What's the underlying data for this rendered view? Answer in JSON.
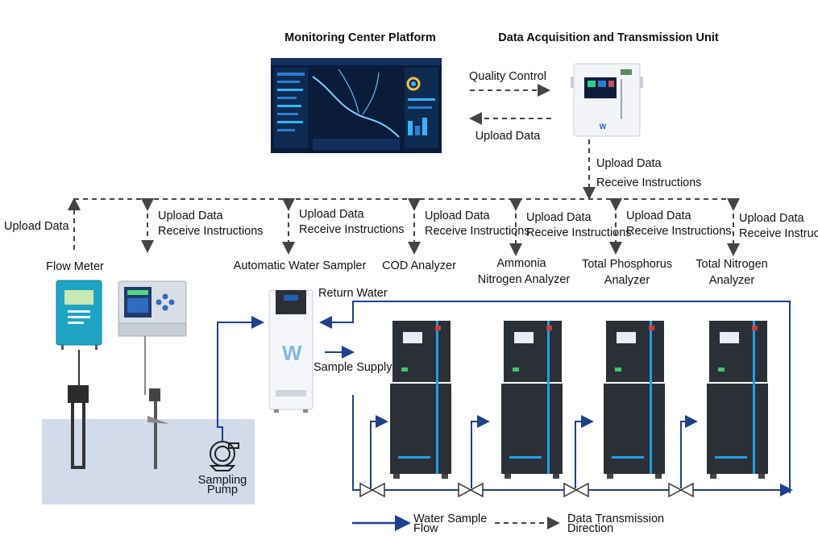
{
  "header": {
    "monitoring_center": "Monitoring Center Platform",
    "data_unit": "Data Acquisition and Transmission Unit"
  },
  "links": {
    "quality_control": "Quality Control",
    "upload_data_top": "Upload Data",
    "upload_data_unit": "Upload Data",
    "receive_instructions_unit": "Receive Instructions"
  },
  "branches": [
    {
      "upload": "Upload Data",
      "receive": ""
    },
    {
      "upload": "Upload Data",
      "receive": "Receive Instructions"
    },
    {
      "upload": "Upload Data",
      "receive": "Receive Instructions"
    },
    {
      "upload": "Upload Data",
      "receive": "Receive Instructions"
    },
    {
      "upload": "Upload Data",
      "receive": "Receive Instructions"
    },
    {
      "upload": "Upload Data",
      "receive": "Receive Instructions"
    },
    {
      "upload": "Upload Data",
      "receive": "Receive Instructions"
    }
  ],
  "devices": {
    "flow_meter": "Flow Meter",
    "sampler": "Automatic Water Sampler",
    "cod": "COD Analyzer",
    "ammonia_1": "Ammonia",
    "ammonia_2": "Nitrogen Analyzer",
    "tp_1": "Total Phosphorus",
    "tp_2": "Analyzer",
    "tn_1": "Total Nitrogen",
    "tn_2": "Analyzer"
  },
  "water": {
    "return_water": "Return Water",
    "sample_supply": "Sample Supply",
    "pump_1": "Sampling",
    "pump_2": "Pump"
  },
  "legend": {
    "water_1": "Water Sample",
    "water_2": "Flow",
    "data_1": "Data Transmission",
    "data_2": "Direction"
  },
  "colors": {
    "water_line": "#1f3f8f",
    "data_line": "#444444",
    "water_pool": "#d2dbea",
    "cabinet": "#2b2f36",
    "cabinet_edge": "#1ea0e6"
  }
}
